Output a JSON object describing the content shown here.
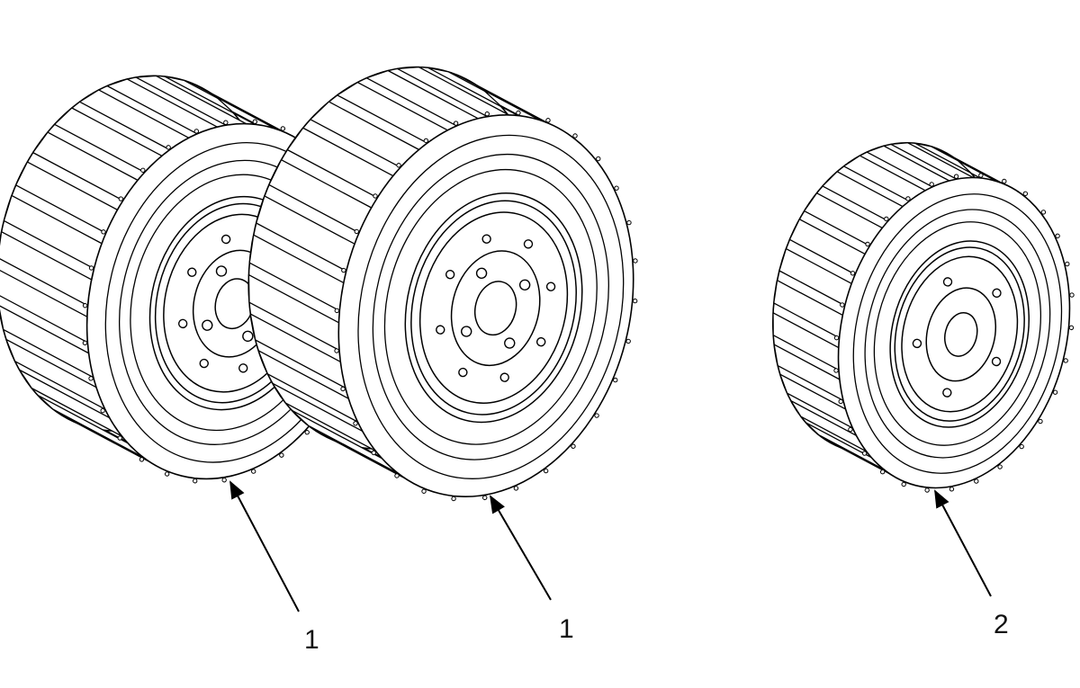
{
  "diagram": {
    "line_color": "#000000",
    "background": "#ffffff",
    "parts": [
      {
        "label": "1",
        "icon": "drive-wheel-tire-icon"
      },
      {
        "label": "1",
        "icon": "drive-wheel-tire-icon"
      },
      {
        "label": "2",
        "icon": "steer-wheel-tire-icon"
      }
    ]
  }
}
